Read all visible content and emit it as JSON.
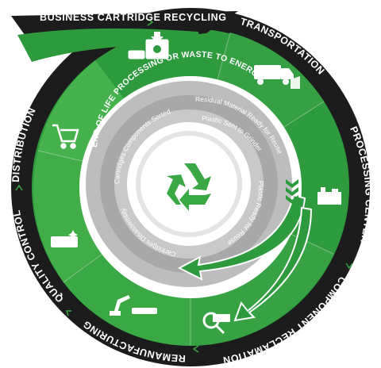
{
  "title": "BUSINESS CARTRIDGE RECYCLING",
  "stages": [
    {
      "id": "transportation",
      "label": "TRANSPORTATION",
      "icon": "truck-icon"
    },
    {
      "id": "processing-center",
      "label": "PROCESSING CENTER",
      "icon": "factory-icon"
    },
    {
      "id": "component-reclamation",
      "label": "COMPONENT RECLAMATION",
      "icon": "magnifier-icon"
    },
    {
      "id": "remanufacturing",
      "label": "REMANUFACTURING",
      "icon": "robot-arm-icon"
    },
    {
      "id": "quality-control",
      "label": "QUALITY CONTROL",
      "icon": "sparkling-cartridge-icon"
    },
    {
      "id": "distribution",
      "label": "DISTRIBUTION",
      "icon": "shopping-cart-icon"
    }
  ],
  "end_of_life": {
    "title": "END OF LIFE PROCESSING OR WASTE TO ENERGY",
    "steps": [
      "Residual Material Ready for Reuse",
      "Plastic Sent to Grinder",
      "Plastic Ready for Reuse",
      "Cartridges Components Sorted",
      "Cartridges Disassembly"
    ]
  },
  "center_icon": "recycle-icon",
  "colors": {
    "ring_dark": "#1c1c1c",
    "green_outer": "#2e9a3e",
    "green_mid": "#3aa845",
    "green_light": "#4cb64f",
    "gray_ring": "#a8a8a8",
    "gray_light": "#c9c9c9",
    "recycle_green": "#3aa845"
  }
}
